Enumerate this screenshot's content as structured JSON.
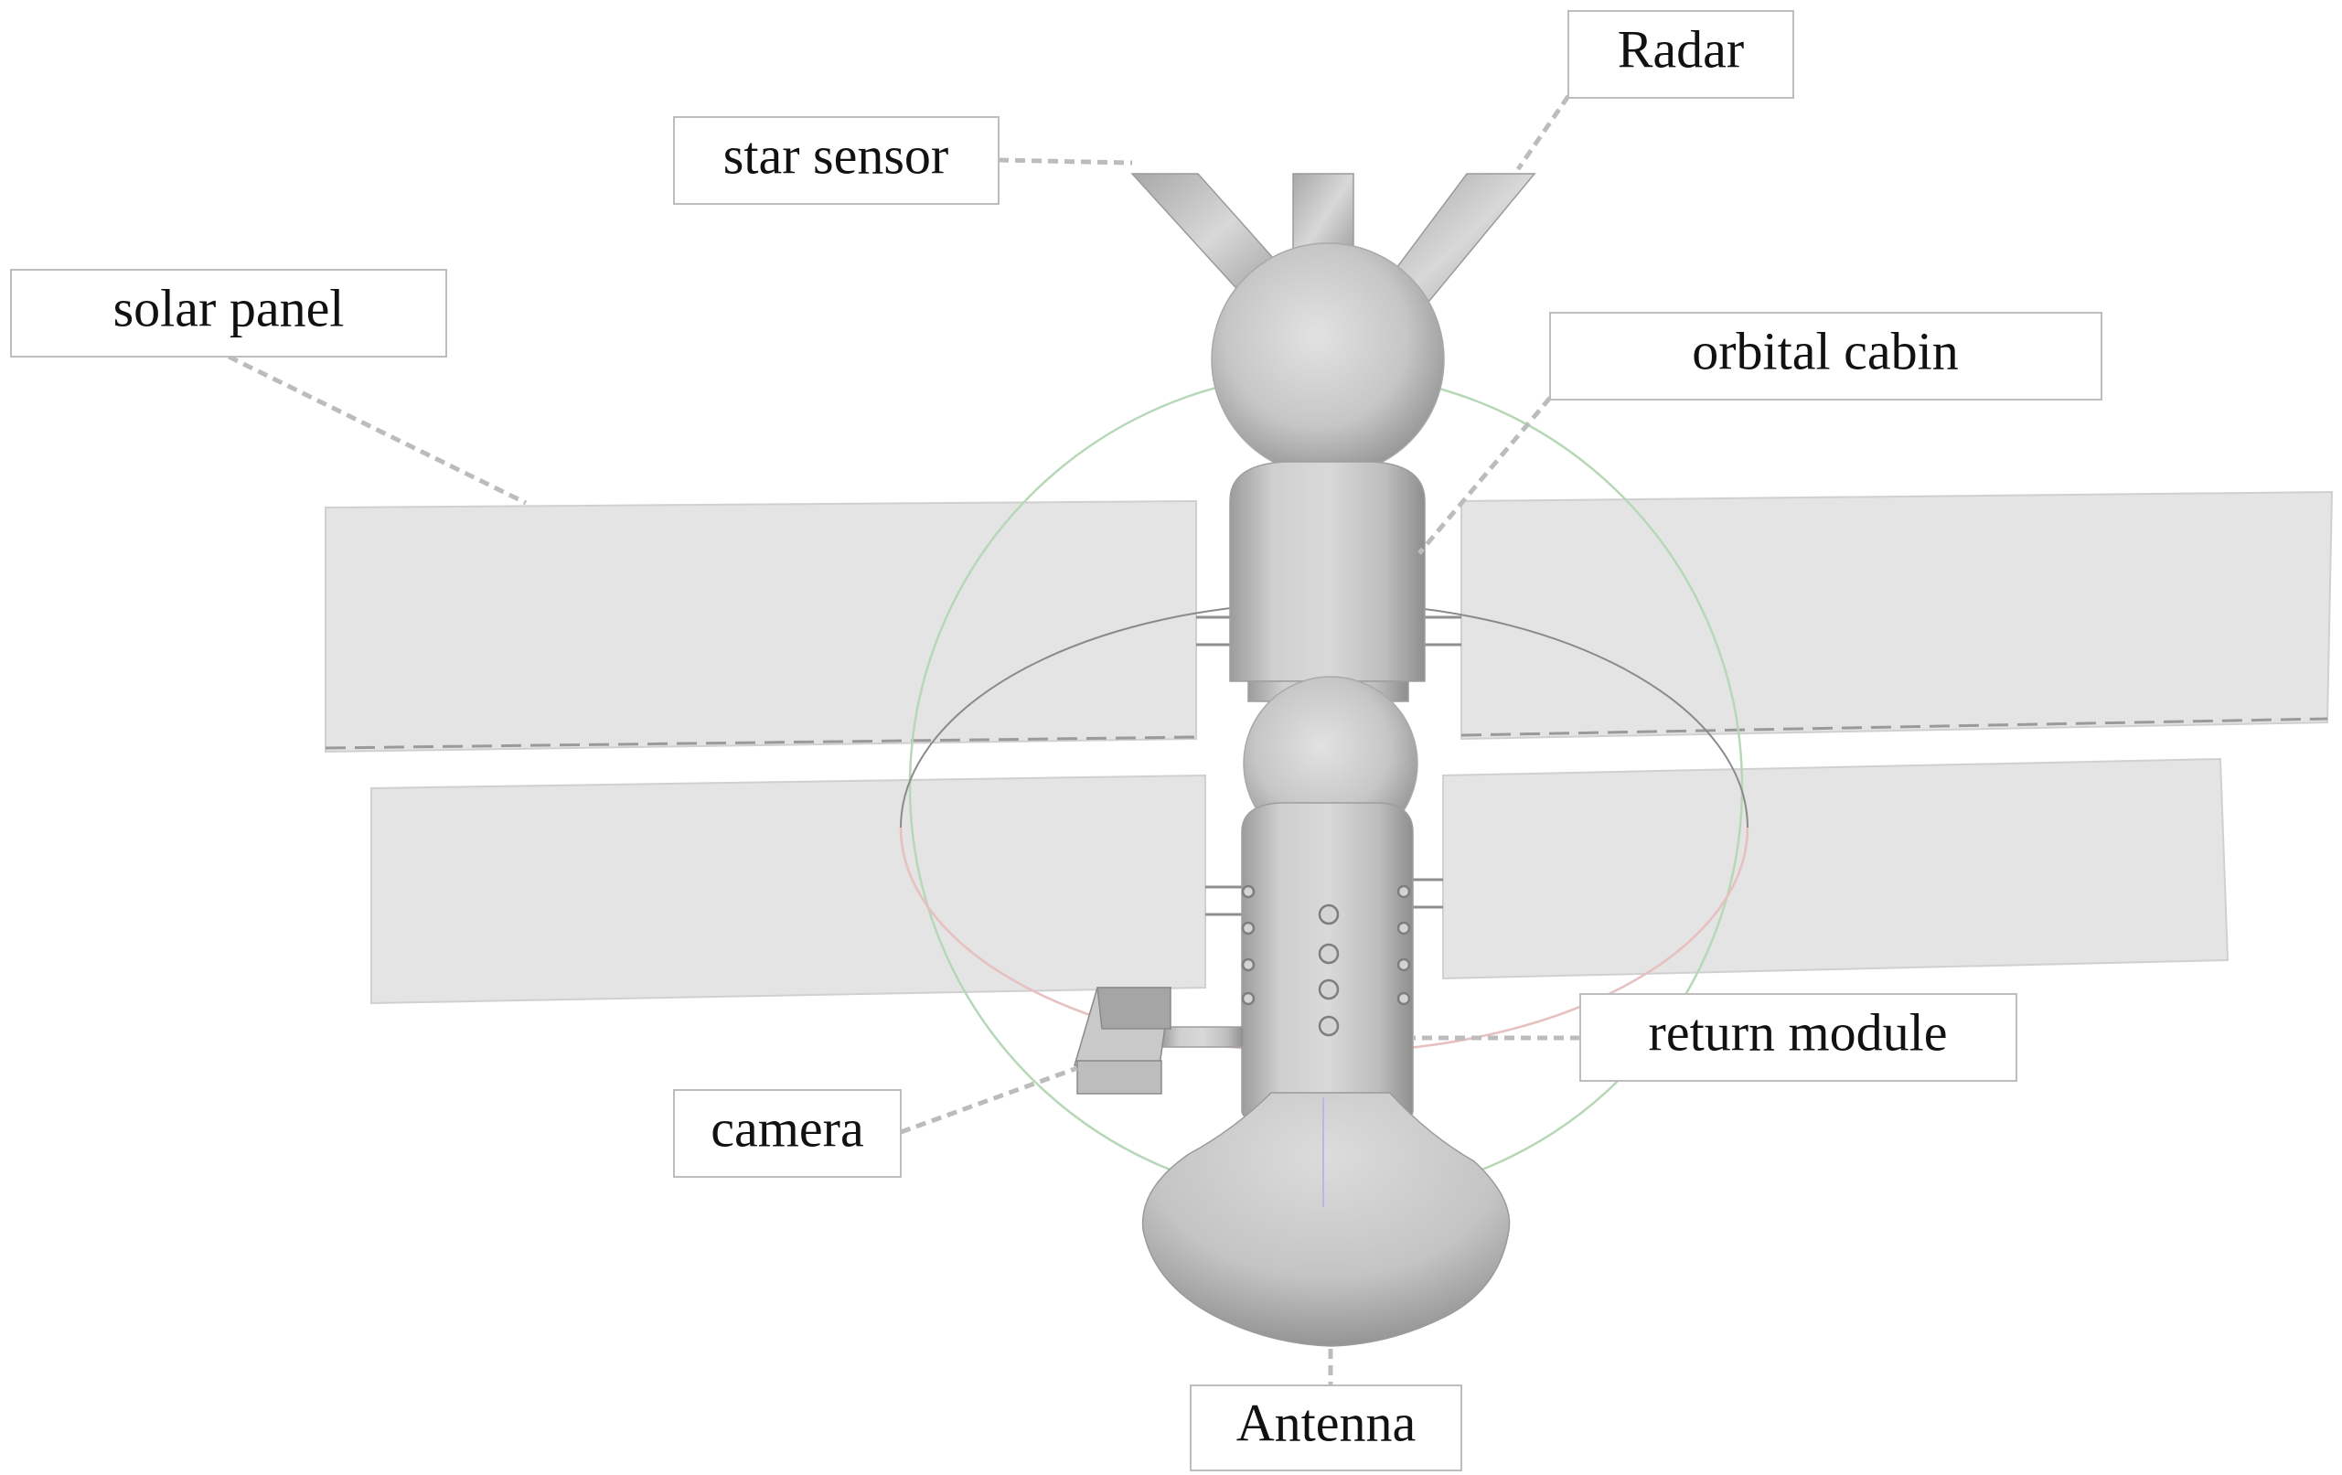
{
  "labels": {
    "radar": "Radar",
    "star_sensor": "star sensor",
    "solar_panel": "solar panel",
    "orbital_cabin": "orbital cabin",
    "return_module": "return module",
    "camera": "camera",
    "antenna": "Antenna"
  }
}
